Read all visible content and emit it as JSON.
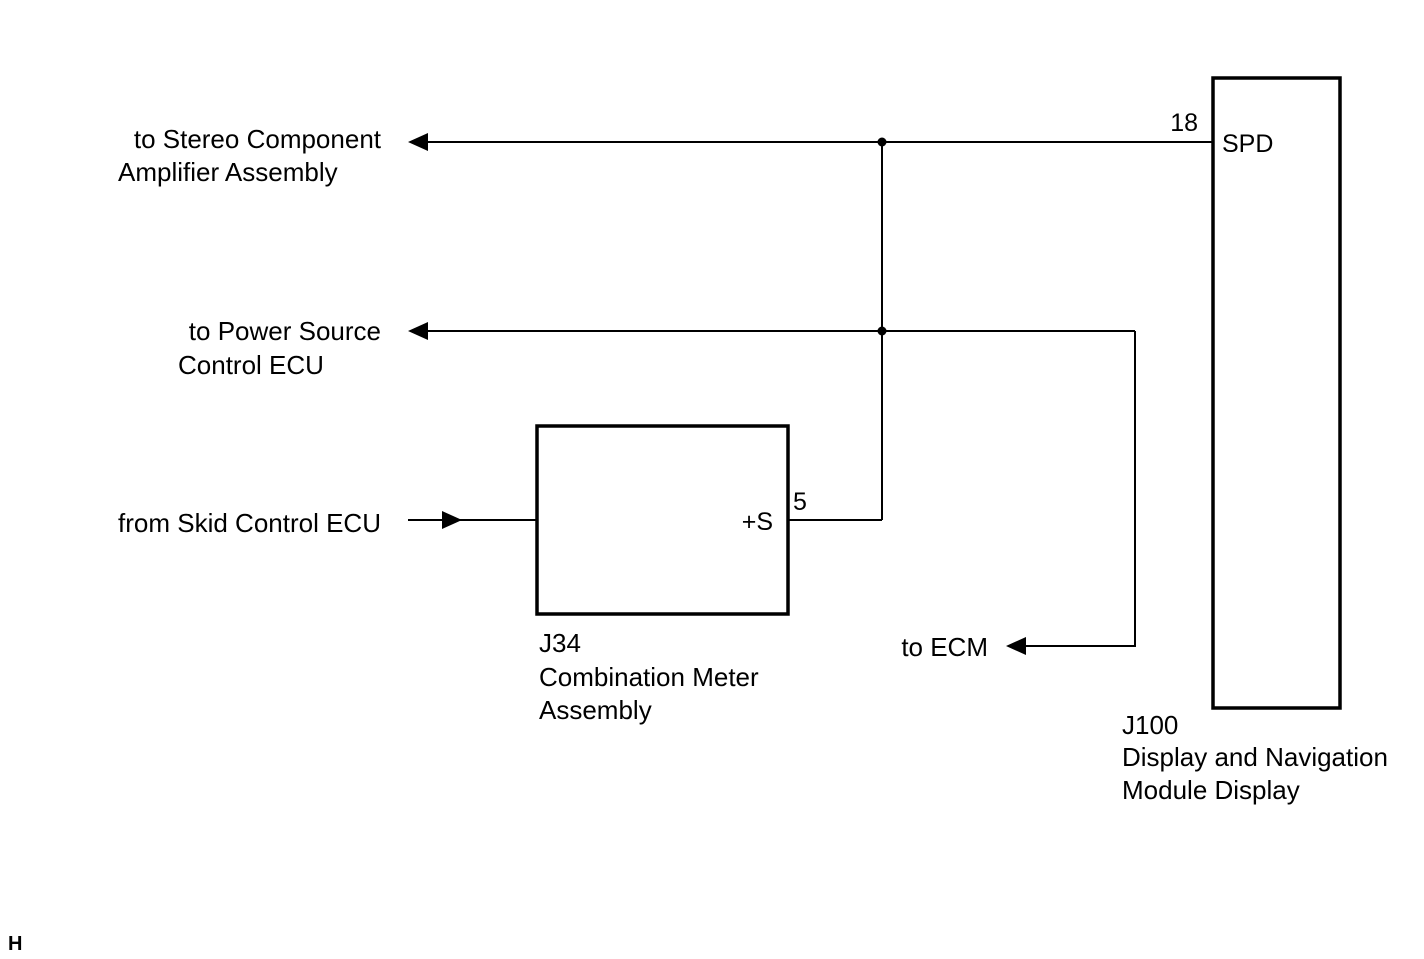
{
  "components": {
    "display": {
      "code": "J100",
      "name_line1": "Display and Navigation",
      "name_line2": "Module Display",
      "pin_number": "18",
      "pin_label": "SPD"
    },
    "meter": {
      "code": "J34",
      "name_line1": "Combination Meter",
      "name_line2": "Assembly",
      "pin_number": "5",
      "pin_label": "+S"
    }
  },
  "connections": {
    "stereo": {
      "line1": "to Stereo Component",
      "line2": "Amplifier Assembly"
    },
    "power": {
      "line1": "to Power Source",
      "line2": "Control ECU"
    },
    "skid": {
      "line1": "from Skid Control ECU"
    },
    "ecm": {
      "line1": "to ECM"
    }
  },
  "corner_mark": "H"
}
